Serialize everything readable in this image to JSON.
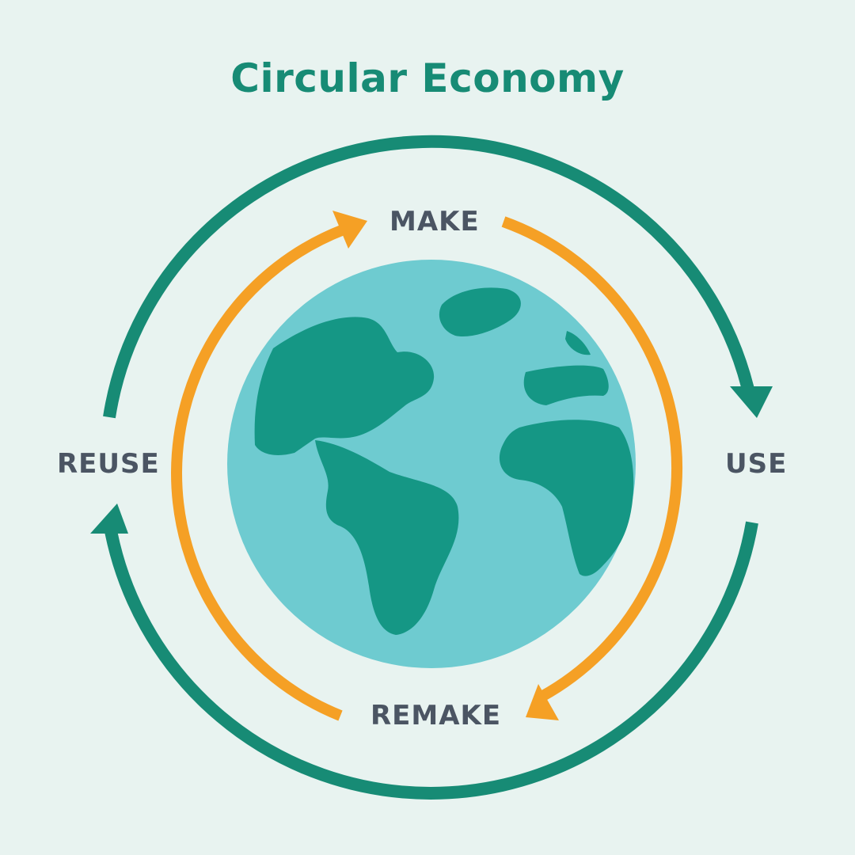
{
  "title": "Circular Economy",
  "stages": {
    "make": "MAKE",
    "use": "USE",
    "remake": "REMAKE",
    "reuse": "REUSE"
  },
  "colors": {
    "background": "#e8f3f0",
    "title": "#178b75",
    "outer_arrows": "#178b75",
    "inner_arrows": "#f5a025",
    "globe_ocean": "#6ecbd0",
    "globe_land": "#159785",
    "label_text": "#4b5563"
  },
  "icons": [
    "globe-icon",
    "arrow-icon"
  ]
}
